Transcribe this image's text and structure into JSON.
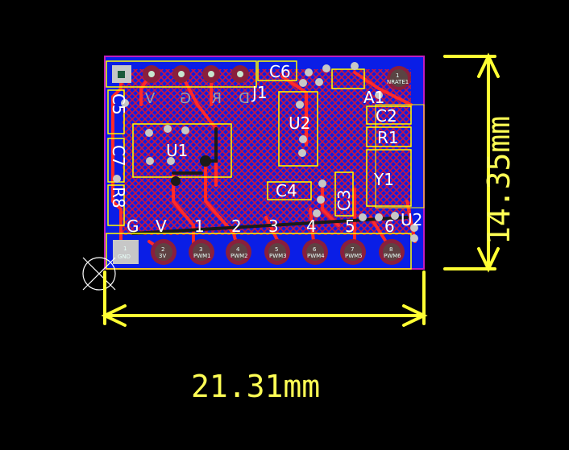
{
  "colors": {
    "background": "#000000",
    "board": "#0a1ee6",
    "copper_pour": "#e8163c",
    "silkscreen": "#ffffff",
    "keepout": "#ffff00",
    "dimension": "#ffff33",
    "pad": "#c7c7c7",
    "pad_plated": "#8a1f3c",
    "board_outline": "#c21bbf"
  },
  "dimensions": {
    "width_label": "21.31mm",
    "height_label": "14.35mm"
  },
  "components": {
    "j1": "J1",
    "c6": "C6",
    "a1": "A1",
    "c5": "C5",
    "c7": "C7",
    "r8": "R8",
    "u1": "U1",
    "u2": "U2",
    "c2": "C2",
    "r1": "R1",
    "y1": "Y1",
    "c4": "C4",
    "c3": "C3",
    "u2_right": "U2",
    "a1_pad": "1",
    "a1_pad_sub": "NRATE1"
  },
  "top_header_labels": [
    "V",
    "G",
    "R",
    "D"
  ],
  "bottom_header_labels": [
    "G",
    "V",
    "1",
    "2",
    "3",
    "4",
    "5",
    "6"
  ],
  "bottom_pad_numbers": [
    "1",
    "2",
    "3",
    "4",
    "5",
    "6",
    "7",
    "8"
  ],
  "bottom_pad_nets": [
    "GND",
    "3V",
    "PWM1",
    "PWM2",
    "PWM3",
    "PWM4",
    "PWM5",
    "PWM6"
  ]
}
